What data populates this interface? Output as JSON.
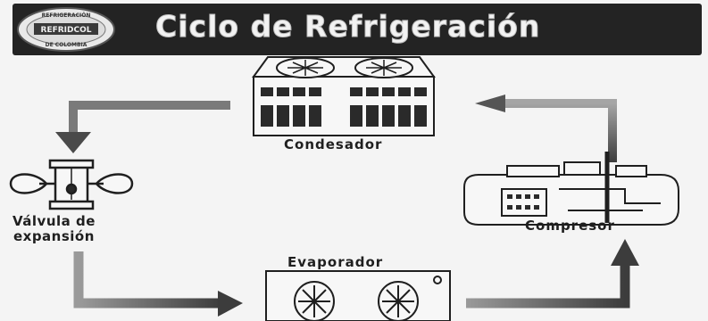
{
  "banner": {
    "title": "Ciclo de Refrigeración",
    "logo_text": "REFRIDCOL",
    "logo_top": "REFRIGERACIÓN",
    "logo_bottom": "DE COLOMBIA"
  },
  "components": {
    "condenser": "Condesador",
    "valve_line1": "Válvula de",
    "valve_line2": "expansión",
    "evaporator": "Evaporador",
    "compressor": "Compresor"
  },
  "colors": {
    "banner_bg": "#232323",
    "line": "#1f1f1f",
    "arrow": "#4a4a4a"
  }
}
